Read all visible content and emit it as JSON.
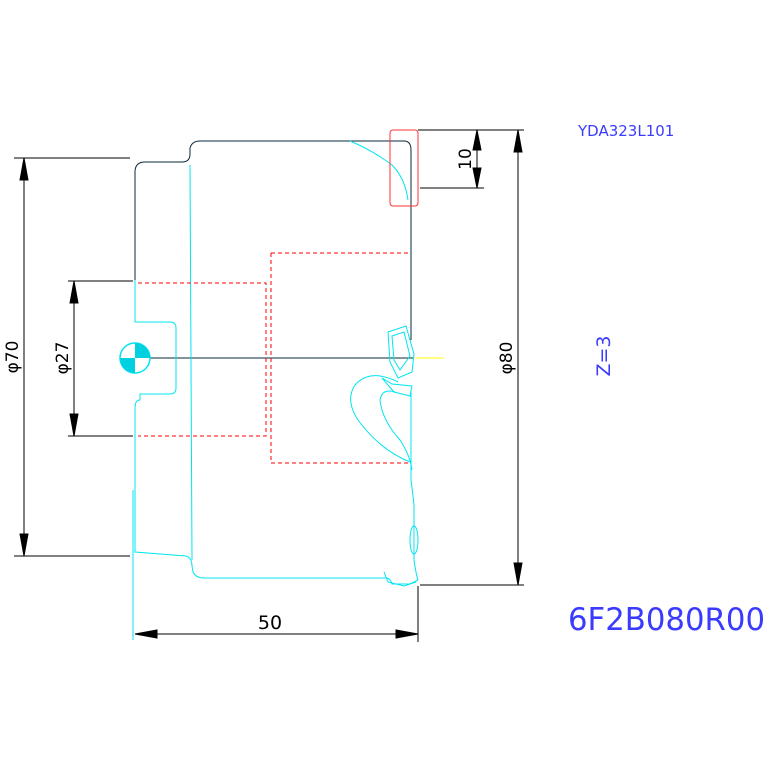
{
  "drawing": {
    "part_code": "YDA323L101",
    "part_number": "6F2B080R00",
    "teeth_label": "Z=3",
    "dimensions": {
      "length": "50",
      "outer_diameter": "φ80",
      "body_diameter": "φ70",
      "bore_diameter": "φ27",
      "top_step": "10"
    },
    "colors": {
      "outline": "#0a2a3a",
      "cyan": "#00e5f0",
      "dim_line": "#000000",
      "hidden": "#ff0000",
      "label_blue": "#3b3bff",
      "axis_yellow": "#ffff00"
    }
  }
}
